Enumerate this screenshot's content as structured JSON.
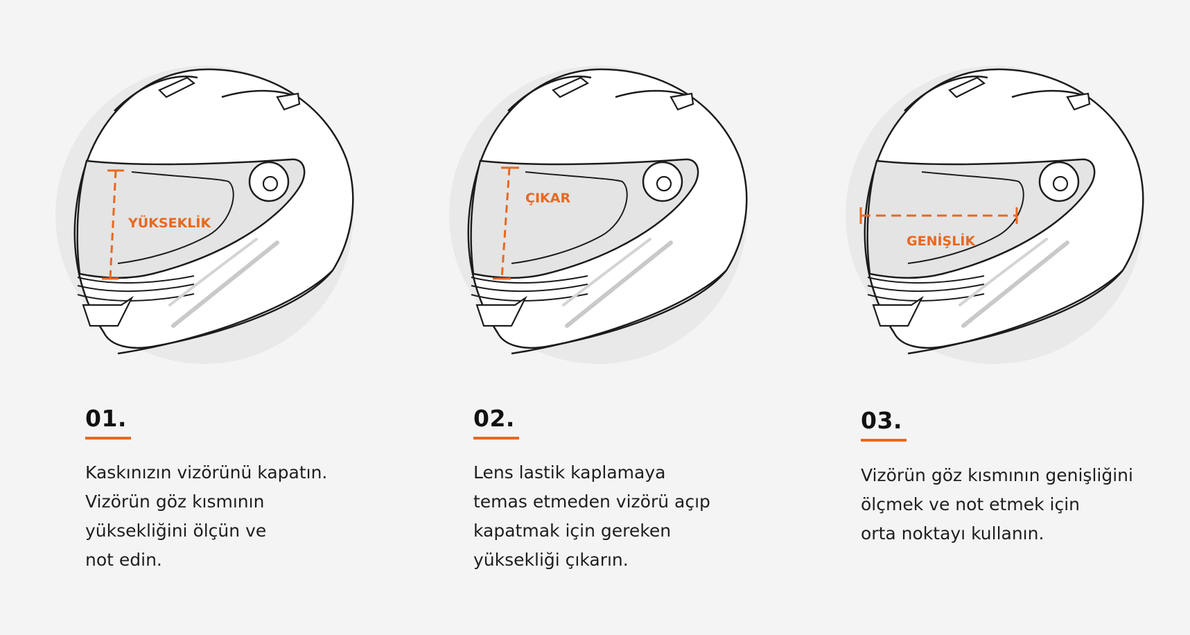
{
  "colors": {
    "accent": "#e8681f",
    "background": "#f4f4f4",
    "text": "#1e1e1e",
    "outline": "#1c1c1c"
  },
  "steps": [
    {
      "number": "01.",
      "measure_label": "YÜKSEKLİK",
      "measure_type": "height",
      "icon": "helmet-icon",
      "lines": [
        "Kaskınızın vizörünü kapatın.",
        "Vizörün göz kısmının",
        "yüksekliğini ölçün ve",
        "not edin."
      ]
    },
    {
      "number": "02.",
      "measure_label": "ÇIKAR",
      "measure_type": "height",
      "icon": "helmet-icon",
      "lines": [
        "Lens lastik kaplamaya",
        "temas etmeden vizörü açıp",
        "kapatmak için gereken",
        "yüksekliği çıkarın."
      ]
    },
    {
      "number": "03.",
      "measure_label": "GENİŞLİK",
      "measure_type": "width",
      "icon": "helmet-icon",
      "lines": [
        "Vizörün göz kısmının genişliğini",
        "ölçmek ve not etmek için",
        "orta noktayı kullanın."
      ]
    }
  ]
}
